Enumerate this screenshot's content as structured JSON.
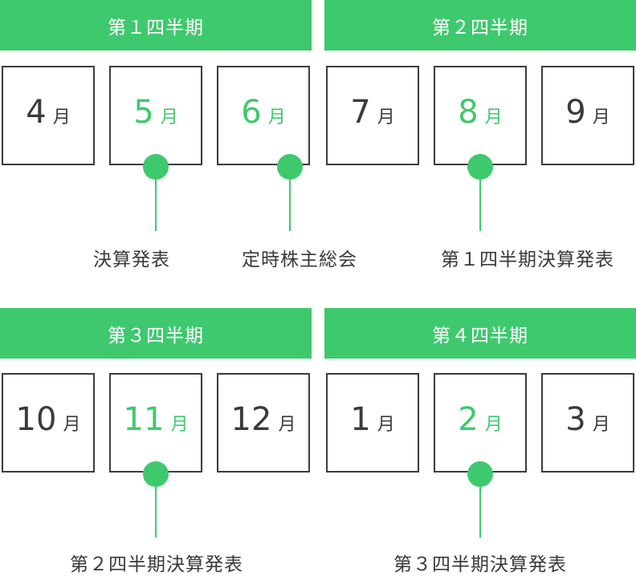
{
  "quarters": {
    "q1": "第１四半期",
    "q2": "第２四半期",
    "q3": "第３四半期",
    "q4": "第４四半期"
  },
  "unit": "月",
  "months": {
    "m4": "4",
    "m5": "5",
    "m6": "6",
    "m7": "7",
    "m8": "8",
    "m9": "9",
    "m10": "10",
    "m11": "11",
    "m12": "12",
    "m1": "1",
    "m2": "2",
    "m3": "3"
  },
  "events": {
    "may": "決算発表",
    "june": "定時株主総会",
    "aug": "第１四半期決算発表",
    "nov": "第２四半期決算発表",
    "feb": "第３四半期決算発表"
  },
  "colors": {
    "accent": "#3ec96e",
    "text": "#3a3a3a",
    "border": "#3c3c3c"
  }
}
